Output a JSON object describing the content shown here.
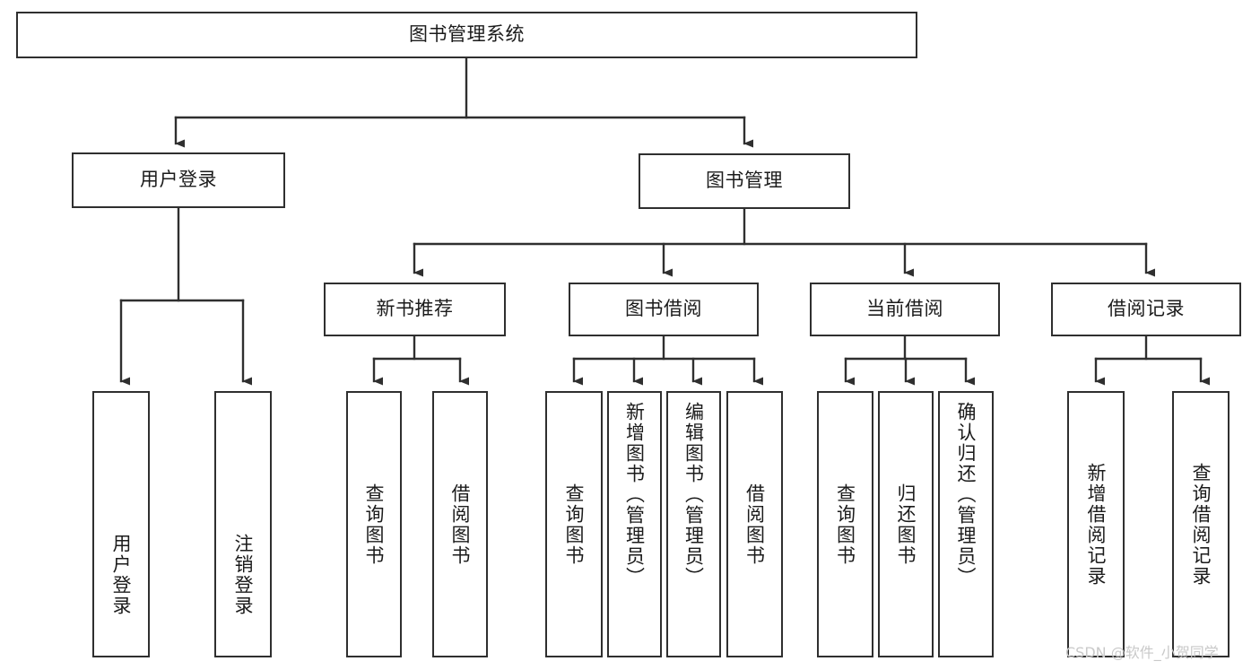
{
  "diagram": {
    "type": "tree-hierarchy",
    "title": "图书管理系统",
    "orientation": "top-down",
    "colors": {
      "box_border": "#2f2f2f",
      "box_fill": "#ffffff",
      "connector": "#2f2f2f",
      "text": "#1b1b1b",
      "watermark": "#c9c9c9",
      "background": "#ffffff"
    },
    "root": {
      "label": "图书管理系统"
    },
    "level2": [
      {
        "label": "用户登录"
      },
      {
        "label": "图书管理"
      }
    ],
    "level3": [
      {
        "label": "新书推荐"
      },
      {
        "label": "图书借阅"
      },
      {
        "label": "当前借阅"
      },
      {
        "label": "借阅记录"
      }
    ],
    "leaves": {
      "user_login": [
        {
          "label": "用户登录"
        },
        {
          "label": "注销登录"
        }
      ],
      "new_book_recommend": [
        {
          "label": "查询图书"
        },
        {
          "label": "借阅图书"
        }
      ],
      "book_borrow": [
        {
          "label": "查询图书"
        },
        {
          "label": "新增图书（管理员）"
        },
        {
          "label": "编辑图书（管理员）"
        },
        {
          "label": "借阅图书"
        }
      ],
      "current_borrow": [
        {
          "label": "查询图书"
        },
        {
          "label": "归还图书"
        },
        {
          "label": "确认归还（管理员）"
        }
      ],
      "borrow_record": [
        {
          "label": "新增借阅记录"
        },
        {
          "label": "查询借阅记录"
        }
      ]
    }
  },
  "watermark": {
    "text": "CSDN @软件_小贺同学"
  }
}
